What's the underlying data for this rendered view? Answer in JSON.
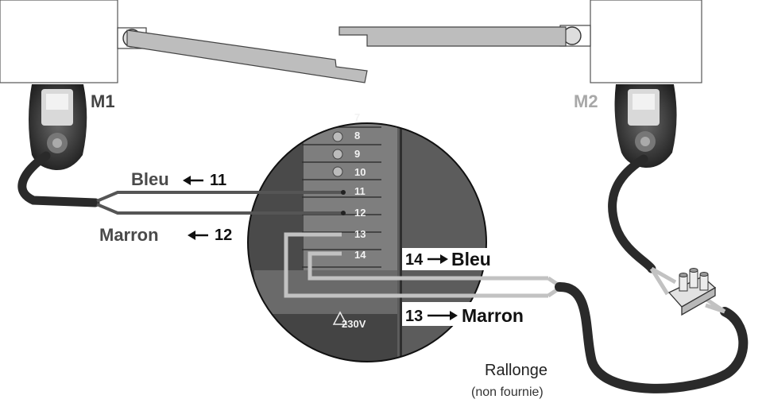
{
  "motors": {
    "m1_label": "M1",
    "m2_label": "M2"
  },
  "terminal_block": {
    "numbers": [
      "7",
      "8",
      "9",
      "10",
      "11",
      "12",
      "13",
      "14"
    ],
    "voltage": "230V"
  },
  "wires": {
    "m1_blue": "Bleu",
    "m1_blue_terminal": "11",
    "m1_brown": "Marron",
    "m1_brown_terminal": "12",
    "m2_blue_terminal": "14",
    "m2_blue": "Bleu",
    "m2_brown_terminal": "13",
    "m2_brown": "Marron"
  },
  "extension": {
    "title": "Rallonge",
    "note": "(non fournie)"
  },
  "colors": {
    "cable": "#2a2a2a",
    "wire_dark": "#5a5a5a",
    "wire_light": "#bdbdbd",
    "motor_body": "#3a3a3a",
    "m2_label": "#a8a8a8"
  }
}
